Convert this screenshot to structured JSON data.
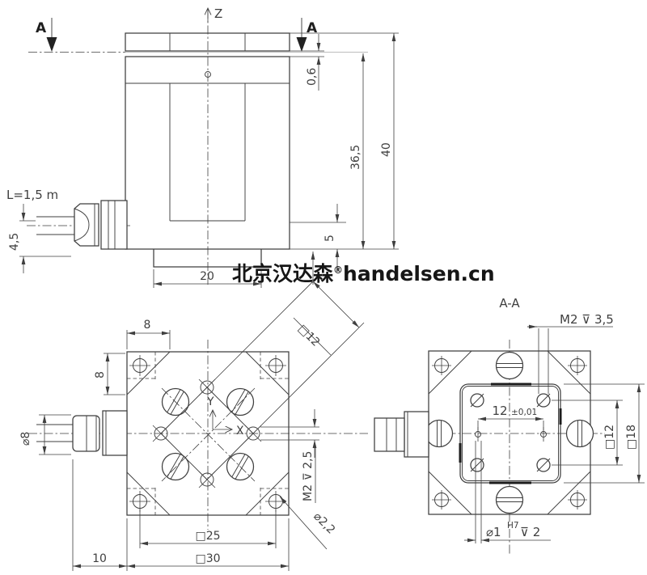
{
  "watermark": {
    "cn": "北京汉达森",
    "reg": "®",
    "domain": "handelsen.cn"
  },
  "front_view": {
    "section_arrow_left": "A",
    "section_arrow_right": "A",
    "z_axis": "Z",
    "cable_length": "L=1,5 m",
    "dim_gap": "0,6",
    "dim_inner_height": "36,5",
    "dim_total_height": "40",
    "dim_step": "5",
    "dim_base_width": "20",
    "dim_cable_offset": "4,5"
  },
  "plan_view": {
    "dim_corner_x": "8",
    "dim_corner_y": "8",
    "dim_square_12": "□12",
    "axis_x": "X",
    "axis_y": "Y",
    "dim_thread": "M2 ⊽ 2,5",
    "dim_corner_hole": "⌀2,2",
    "dim_square_25": "□25",
    "dim_square_30": "□30",
    "dim_cable": "10",
    "dim_cable_dia": "⌀8"
  },
  "section_view": {
    "title": "A-A",
    "dim_thread": "M2 ⊽ 3,5",
    "dim_pitch": "12",
    "dim_tolerance": "±0,01",
    "dim_square_12": "□12",
    "dim_square_18": "□18",
    "dim_dowel_dia": "⌀1",
    "dim_dowel_fit": "H7",
    "dim_dowel_depth": "⊽ 2"
  },
  "colors": {
    "line": "#3f3f3f",
    "light": "#bcbcbc",
    "background": "#ffffff",
    "watermark": "#161616"
  }
}
